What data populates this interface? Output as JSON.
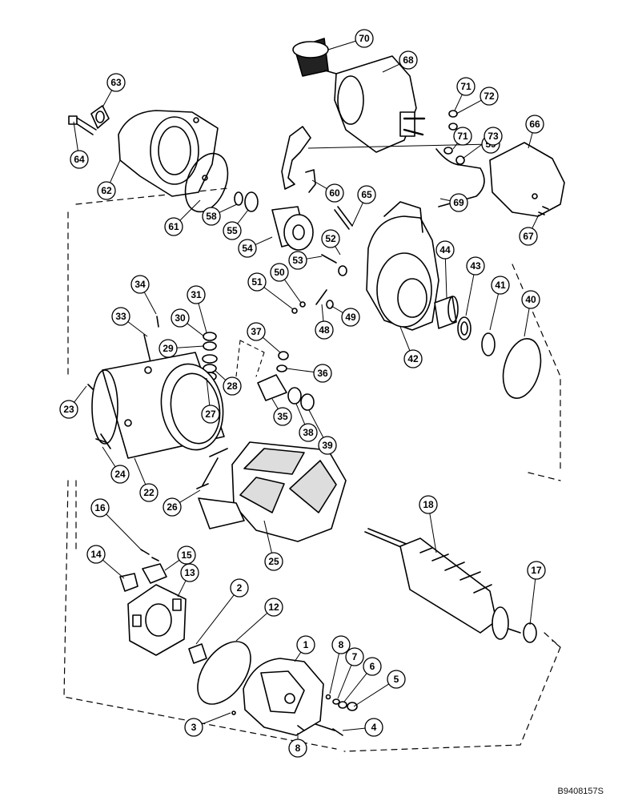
{
  "diagram": {
    "document_id": "B9408157S",
    "callouts": [
      {
        "num": "70"
      },
      {
        "num": "68"
      },
      {
        "num": "63"
      },
      {
        "num": "71"
      },
      {
        "num": "72"
      },
      {
        "num": "66"
      },
      {
        "num": "59"
      },
      {
        "num": "71"
      },
      {
        "num": "73"
      },
      {
        "num": "64"
      },
      {
        "num": "62"
      },
      {
        "num": "60"
      },
      {
        "num": "65"
      },
      {
        "num": "69"
      },
      {
        "num": "61"
      },
      {
        "num": "58"
      },
      {
        "num": "55"
      },
      {
        "num": "67"
      },
      {
        "num": "52"
      },
      {
        "num": "54"
      },
      {
        "num": "44"
      },
      {
        "num": "53"
      },
      {
        "num": "43"
      },
      {
        "num": "34"
      },
      {
        "num": "51"
      },
      {
        "num": "50"
      },
      {
        "num": "41"
      },
      {
        "num": "40"
      },
      {
        "num": "31"
      },
      {
        "num": "33"
      },
      {
        "num": "30"
      },
      {
        "num": "49"
      },
      {
        "num": "48"
      },
      {
        "num": "42"
      },
      {
        "num": "37"
      },
      {
        "num": "29"
      },
      {
        "num": "36"
      },
      {
        "num": "28"
      },
      {
        "num": "27"
      },
      {
        "num": "23"
      },
      {
        "num": "35"
      },
      {
        "num": "38"
      },
      {
        "num": "39"
      },
      {
        "num": "24"
      },
      {
        "num": "22"
      },
      {
        "num": "26"
      },
      {
        "num": "18"
      },
      {
        "num": "16"
      },
      {
        "num": "25"
      },
      {
        "num": "14"
      },
      {
        "num": "15"
      },
      {
        "num": "13"
      },
      {
        "num": "17"
      },
      {
        "num": "2"
      },
      {
        "num": "12"
      },
      {
        "num": "1"
      },
      {
        "num": "8"
      },
      {
        "num": "7"
      },
      {
        "num": "6"
      },
      {
        "num": "5"
      },
      {
        "num": "3"
      },
      {
        "num": "4"
      },
      {
        "num": "8"
      }
    ]
  }
}
